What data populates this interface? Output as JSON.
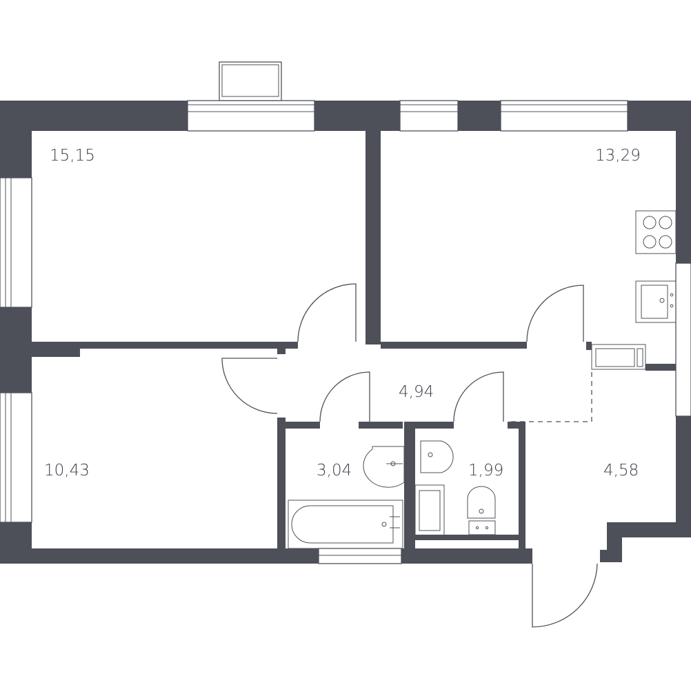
{
  "rooms": [
    {
      "id": "bedroom-1",
      "area": "15,15"
    },
    {
      "id": "bedroom-2",
      "area": "13,29"
    },
    {
      "id": "bedroom-3",
      "area": "10,43"
    },
    {
      "id": "hall",
      "area": "4,94"
    },
    {
      "id": "bathroom",
      "area": "3,04"
    },
    {
      "id": "toilet",
      "area": "1,99"
    },
    {
      "id": "entrance",
      "area": "4,58"
    }
  ],
  "colors": {
    "wall": "#4d5059",
    "background": "#ffffff",
    "label": "#3d4049"
  }
}
